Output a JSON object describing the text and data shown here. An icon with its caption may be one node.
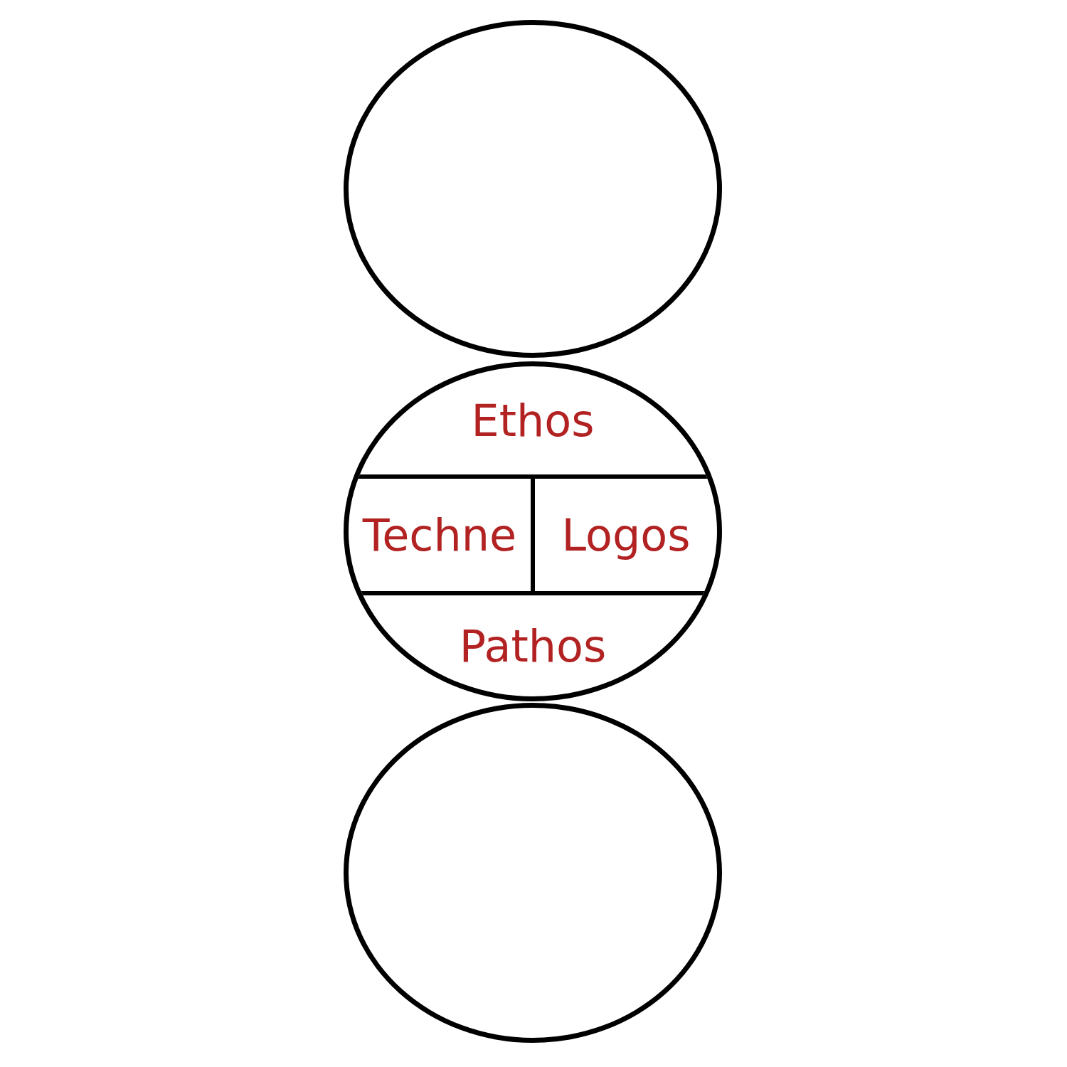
{
  "diagram": {
    "nodes": [
      {
        "text": [],
        "shape": "circle"
      },
      {
        "text": [],
        "shape": "circle"
      },
      {
        "text": [
          "Ethos"
        ],
        "in": 1
      },
      {
        "text": [
          "Techne"
        ],
        "in": 1
      },
      {
        "text": [
          "Logos"
        ],
        "in": 1
      },
      {
        "text": [
          "Pathos"
        ],
        "in": 1
      },
      {
        "text": [],
        "shape": "circle"
      }
    ]
  }
}
